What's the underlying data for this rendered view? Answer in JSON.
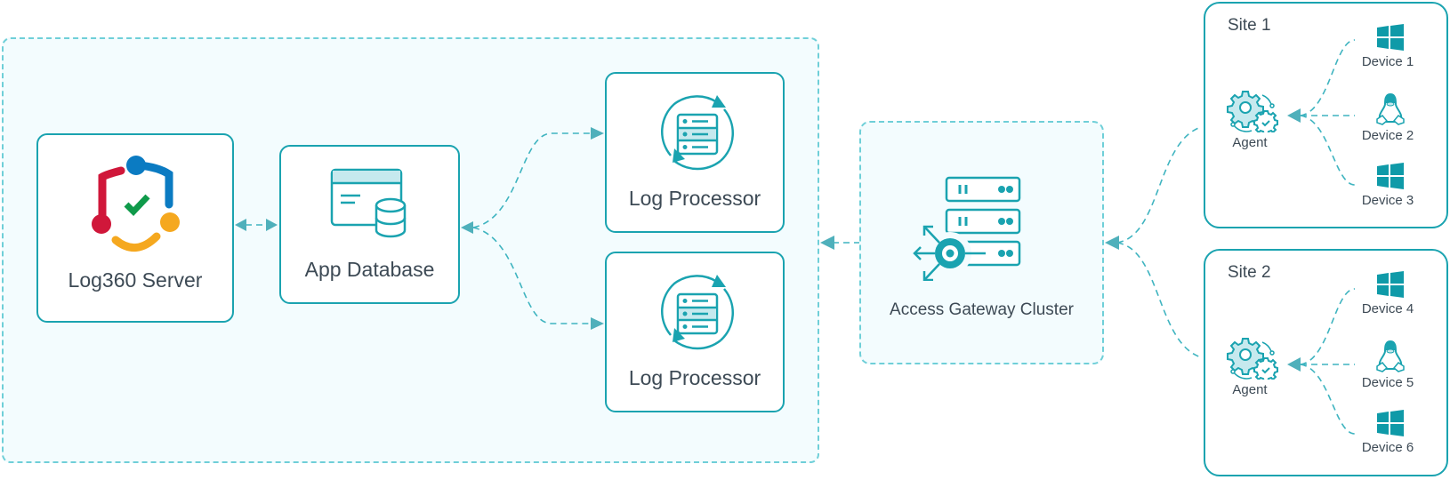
{
  "diagram": {
    "colors": {
      "accent": "#1aa3b0",
      "dash": "#6fcfd8",
      "arrow": "#4fb0bb",
      "text": "#3d4a55",
      "panel": "#f3fcfe"
    },
    "server": {
      "label": "Log360 Server",
      "icon": "log360-shield-logo"
    },
    "database": {
      "label": "App Database",
      "icon": "app-database-icon"
    },
    "processors": [
      {
        "label": "Log Processor",
        "icon": "log-processor-icon"
      },
      {
        "label": "Log Processor",
        "icon": "log-processor-icon"
      }
    ],
    "gateway": {
      "label": "Access Gateway Cluster",
      "icon": "gateway-cluster-icon"
    },
    "sites": [
      {
        "title": "Site 1",
        "agent": "Agent",
        "devices": [
          {
            "label": "Device 1",
            "os": "windows"
          },
          {
            "label": "Device 2",
            "os": "linux"
          },
          {
            "label": "Device 3",
            "os": "windows"
          }
        ]
      },
      {
        "title": "Site 2",
        "agent": "Agent",
        "devices": [
          {
            "label": "Device 4",
            "os": "windows"
          },
          {
            "label": "Device 5",
            "os": "linux"
          },
          {
            "label": "Device 6",
            "os": "windows"
          }
        ]
      }
    ]
  }
}
